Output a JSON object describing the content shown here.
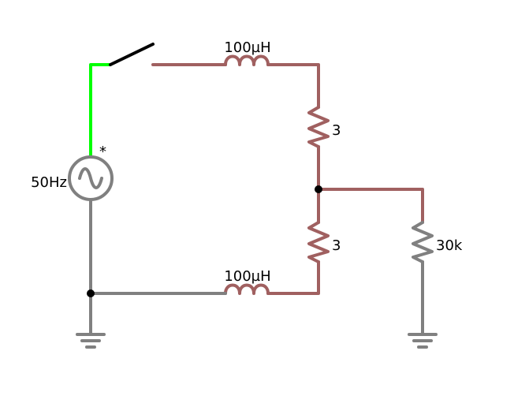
{
  "colors": {
    "energized": "#a06060",
    "ground": "#808080",
    "live": "#00ff00",
    "switch": "#000000",
    "node": "#000000"
  },
  "source": {
    "frequency_label": "50Hz",
    "marker": "*"
  },
  "inductor_top": {
    "label": "100µH"
  },
  "inductor_bottom": {
    "label": "100µH"
  },
  "resistor_top": {
    "label": "3"
  },
  "resistor_bottom": {
    "label": "3"
  },
  "resistor_load": {
    "label": "30k"
  },
  "switch": {
    "state": "open"
  }
}
